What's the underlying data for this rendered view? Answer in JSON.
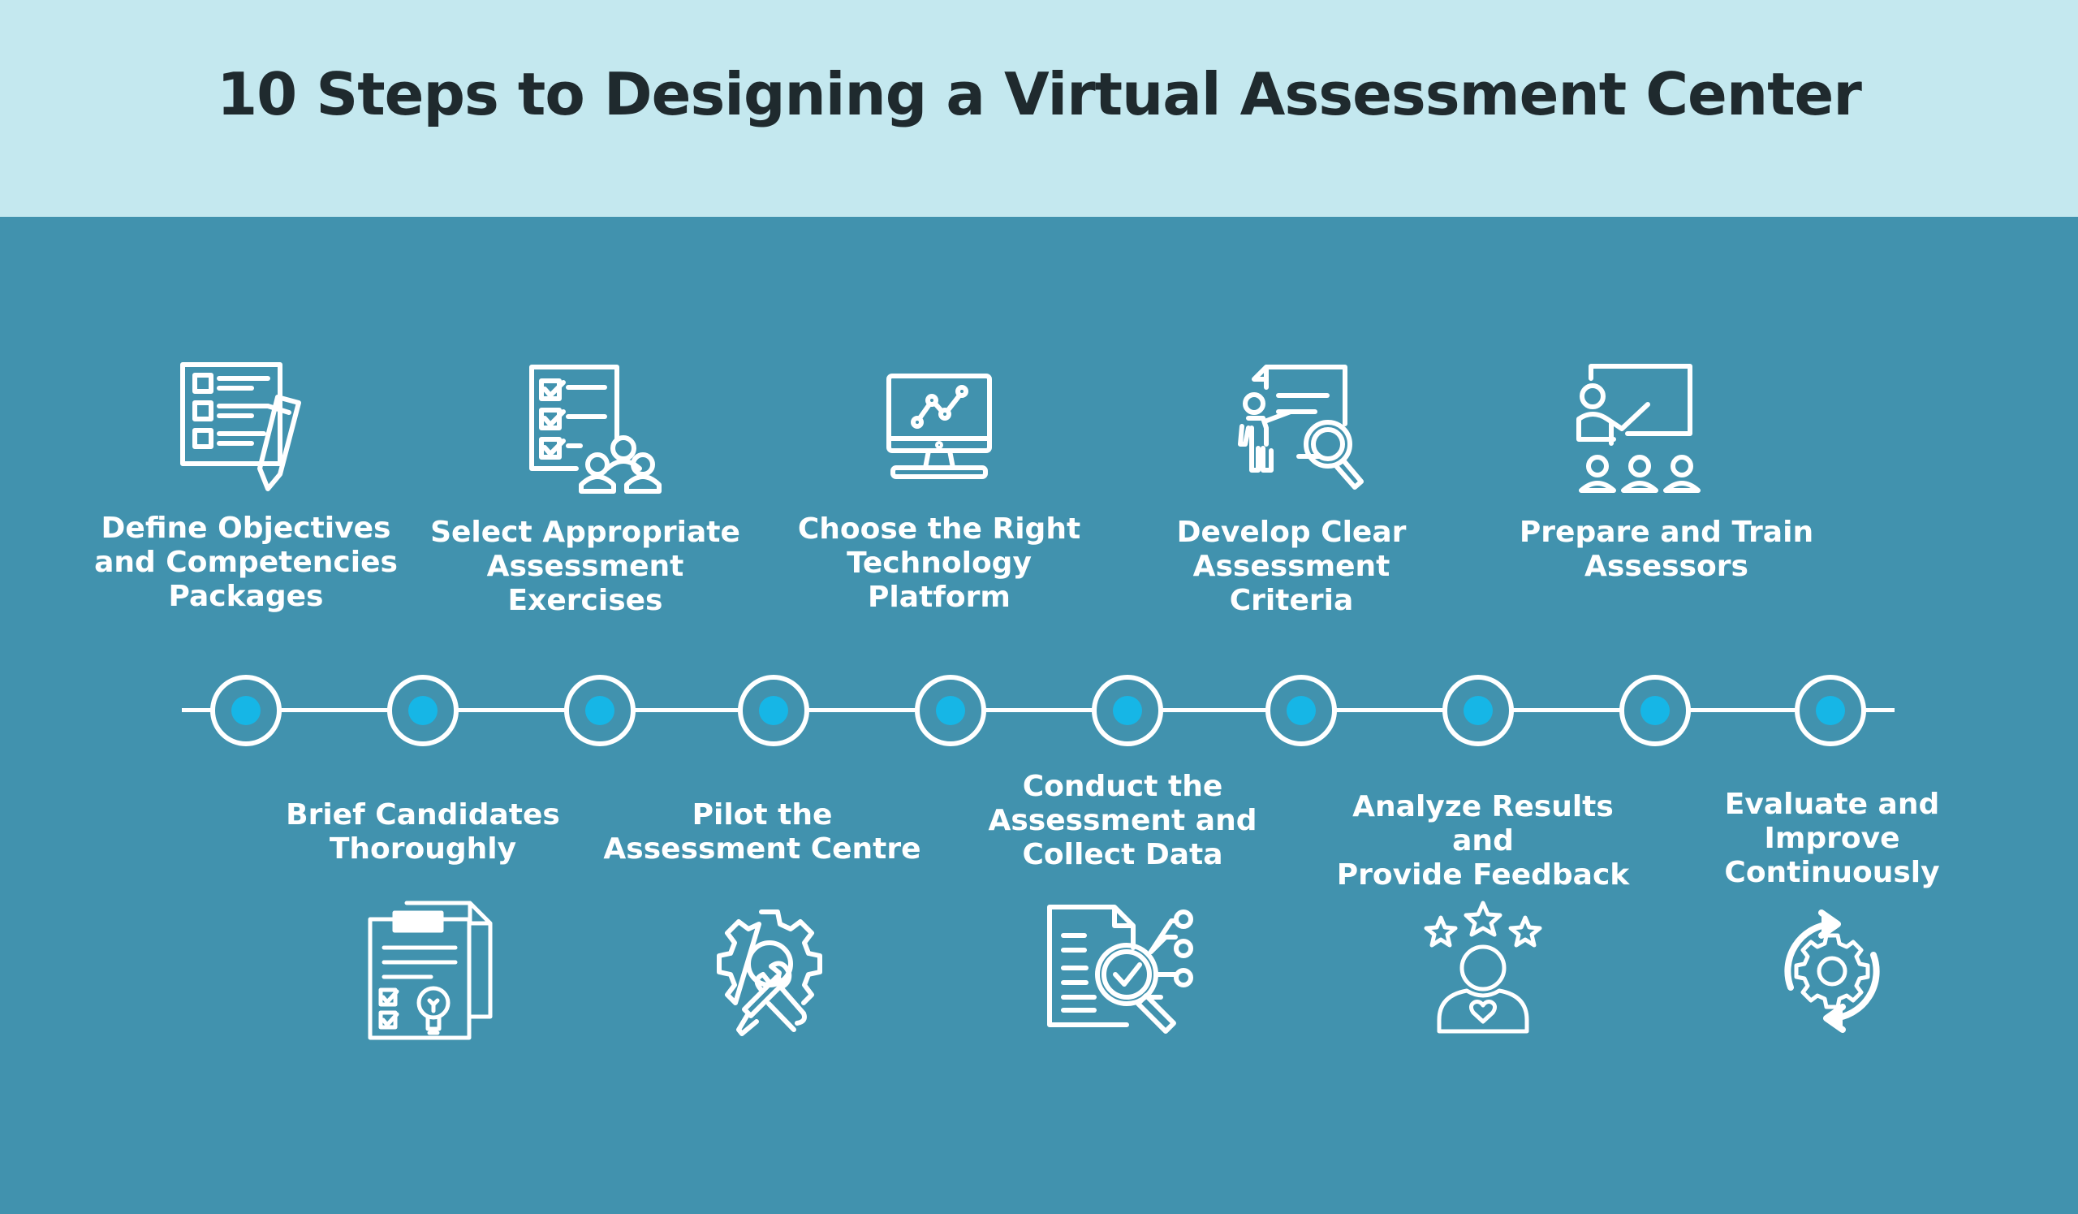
{
  "title": "10 Steps to Designing a Virtual Assessment Center",
  "colors": {
    "header_bg": "#c4e8ef",
    "body_bg": "#4192ae",
    "node_fill": "#16b6e6",
    "line": "#ffffff"
  },
  "steps": [
    {
      "label": "Define Objectives\nand Competencies\nPackages",
      "icon": "checklist-pencil-icon"
    },
    {
      "label": "Brief Candidates\nThoroughly",
      "icon": "clipboard-lightbulb-icon"
    },
    {
      "label": "Select Appropriate\nAssessment\nExercises",
      "icon": "checklist-group-icon"
    },
    {
      "label": "Pilot the\nAssessment Centre",
      "icon": "gear-tools-icon"
    },
    {
      "label": "Choose the Right\nTechnology\nPlatform",
      "icon": "monitor-chart-icon"
    },
    {
      "label": "Conduct the\nAssessment and\nCollect Data",
      "icon": "document-magnifier-icon"
    },
    {
      "label": "Develop Clear\nAssessment Criteria",
      "icon": "person-document-search-icon"
    },
    {
      "label": "Analyze Results and\nProvide Feedback",
      "icon": "person-stars-heart-icon"
    },
    {
      "label": "Prepare and Train\nAssessors",
      "icon": "presenter-audience-icon"
    },
    {
      "label": "Evaluate and Improve\nContinuously",
      "icon": "cycle-gear-icon"
    }
  ]
}
